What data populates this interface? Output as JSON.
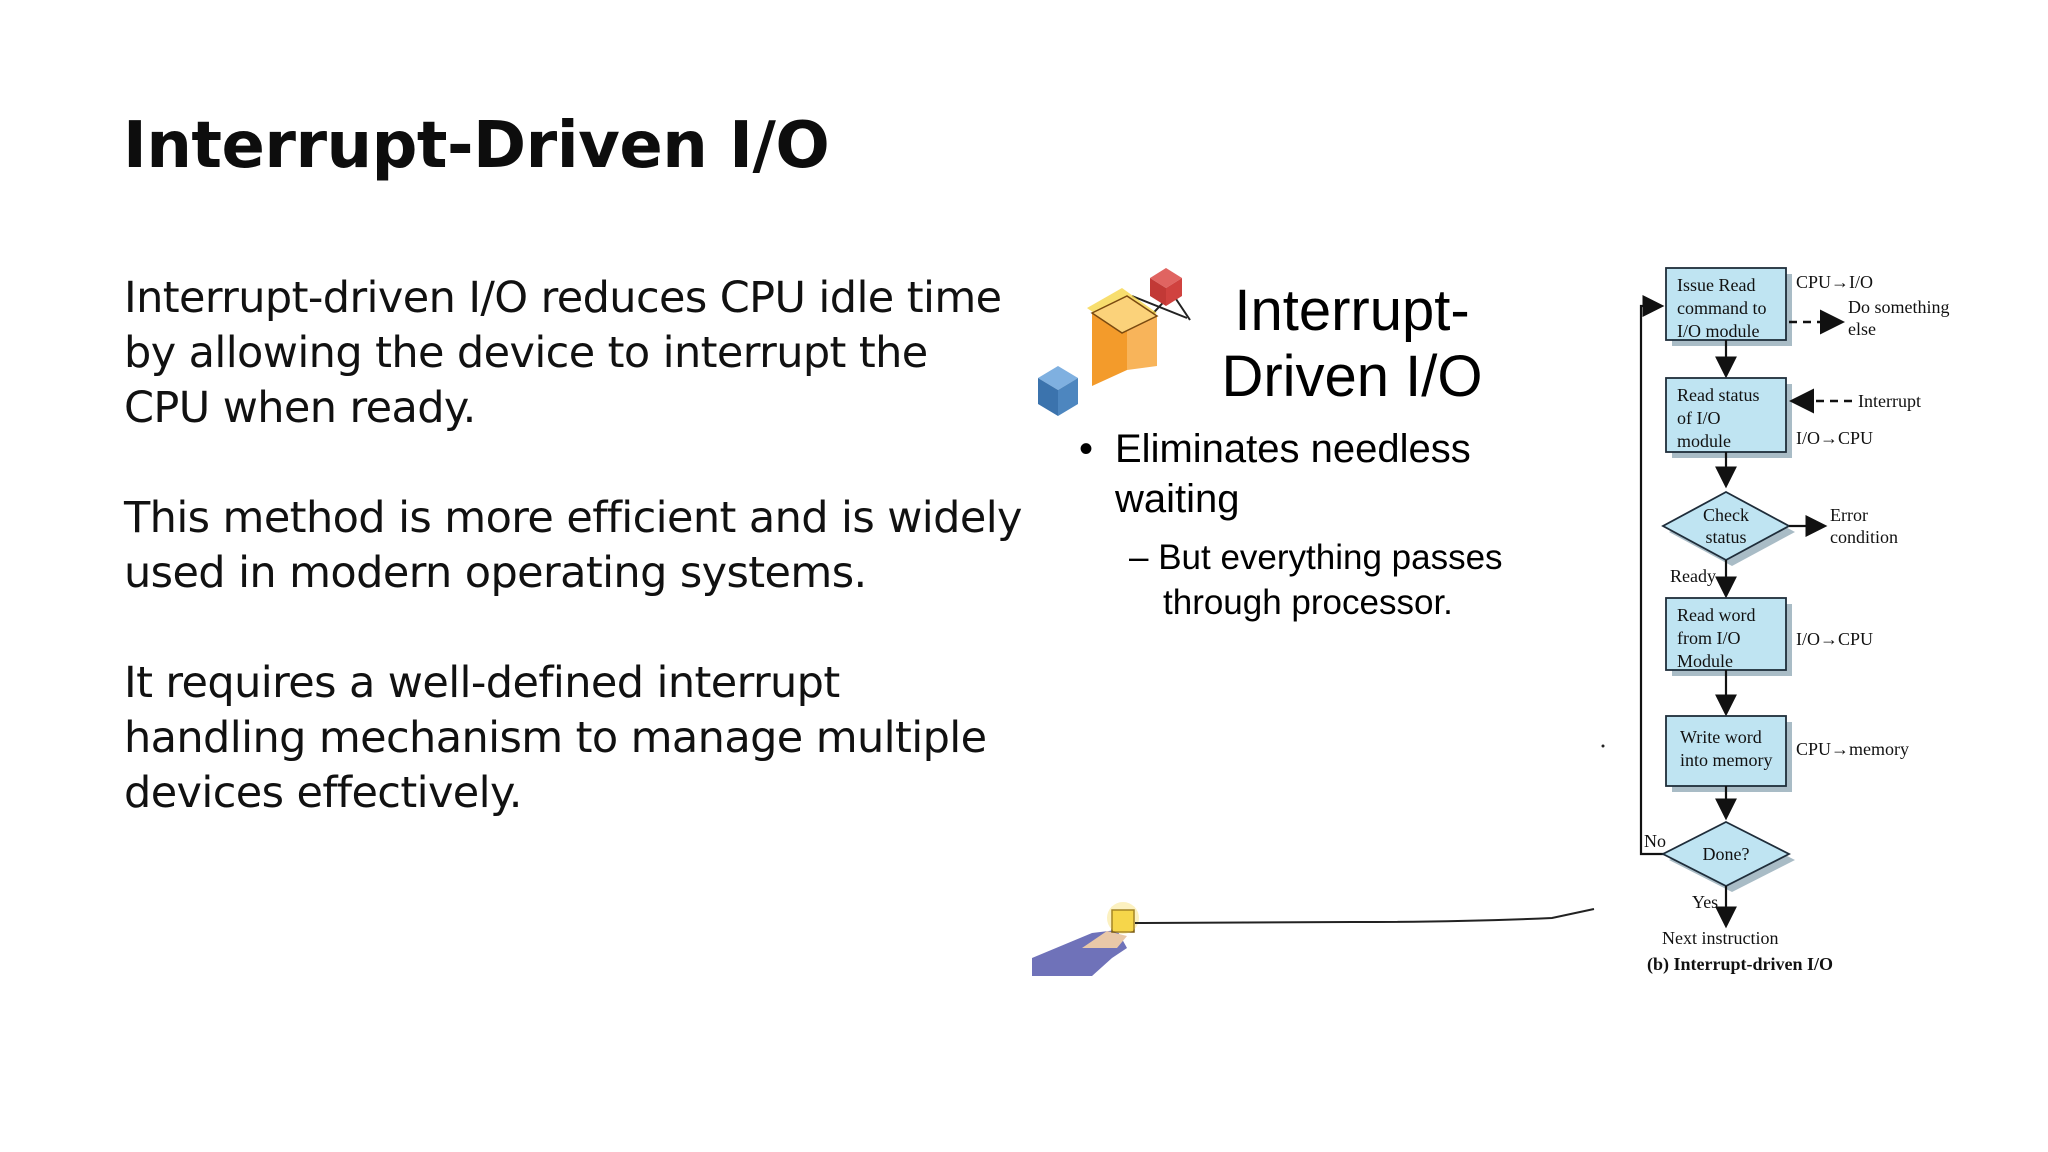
{
  "slide": {
    "title": "Interrupt-Driven I/O",
    "paragraphs": [
      "Interrupt-driven I/O reduces CPU idle time by allowing the device to interrupt the CPU when ready.",
      "This method is more efficient and is widely used in modern operating systems.",
      "It requires a well-defined interrupt handling mechanism to manage multiple devices effectively."
    ]
  },
  "figure": {
    "title_line1": "Interrupt-",
    "title_line2": "Driven I/O",
    "bullet_line1": "Eliminates needless",
    "bullet_line2": "waiting",
    "sub_line1": "– But everything passes",
    "sub_line2": "through processor.",
    "bullet_marker": "•",
    "flowchart": {
      "box1": [
        "Issue Read",
        "command to",
        "I/O module"
      ],
      "box1_note1": "CPU→I/O",
      "box1_note2": [
        "Do something",
        "else"
      ],
      "box2": [
        "Read status",
        "of I/O",
        "module"
      ],
      "box2_note_in": "Interrupt",
      "box2_note": "I/O→CPU",
      "diamond1": [
        "Check",
        "status"
      ],
      "error": [
        "Error",
        "condition"
      ],
      "ready": "Ready",
      "box3": [
        "Read word",
        "from I/O",
        "Module"
      ],
      "box3_note": "I/O→CPU",
      "box4": [
        "Write word",
        "into memory"
      ],
      "box4_note": "CPU→memory",
      "diamond2": "Done?",
      "no": "No",
      "yes": "Yes",
      "next": "Next instruction",
      "caption": "(b) Interrupt-driven I/O"
    },
    "colors": {
      "box_fill": "#bfe4f2",
      "box_stroke": "#1f2d3a",
      "cube_orange": "#f39b2b",
      "cube_yellow": "#f6d64a",
      "cube_blue": "#4d86bf",
      "cube_red": "#d0423f"
    }
  }
}
